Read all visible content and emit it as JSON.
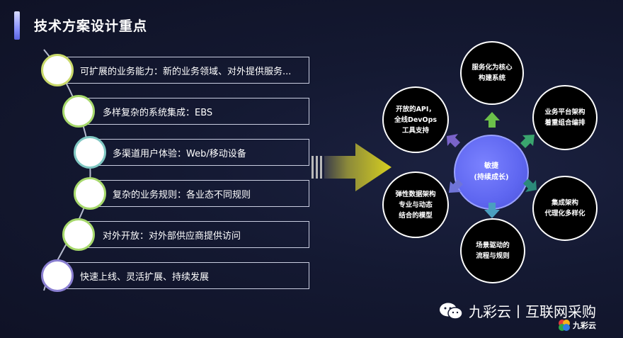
{
  "header": {
    "title": "技术方案设计重点"
  },
  "capabilities": [
    {
      "label": "可扩展的业务能力：新的业务领域、对外提供服务..."
    },
    {
      "label": "多样复杂的系统集成：EBS"
    },
    {
      "label": "多渠道用户体验：Web/移动设备"
    },
    {
      "label": "复杂的业务规则：各业态不同规则"
    },
    {
      "label": "对外开放：对外部供应商提供访问"
    },
    {
      "label": "快速上线、灵活扩展、持续发展"
    }
  ],
  "hub": {
    "center": {
      "line1": "敏捷",
      "line2": "(持续成长)"
    },
    "nodes": [
      {
        "line1": "服务化为核心",
        "line2": "构建系统"
      },
      {
        "line1": "业务平台架构",
        "line2": "着重组合编排"
      },
      {
        "line1": "集成架构",
        "line2": "代理化多样化"
      },
      {
        "line1": "场景驱动的",
        "line2": "流程与规则"
      },
      {
        "line1": "弹性数据架构",
        "line2": "专业与动态",
        "line3": "结合的模型"
      },
      {
        "line1": "开放的API，",
        "line2": "全线DevOps",
        "line3": "工具支持"
      }
    ]
  },
  "watermark": {
    "text": "九彩云丨互联网采购"
  },
  "logo": {
    "text": "九彩云"
  },
  "colors": {
    "bullet_borders": [
      "#c9d96a",
      "#a6d86b",
      "#7fc7c2",
      "#a6d86b",
      "#a6d86b",
      "#8a7fd1"
    ],
    "arrow_colors": [
      "#6cc04a",
      "#3aa56e",
      "#2c8a7a",
      "#4a9fc0",
      "#6f74d8",
      "#7a63c9"
    ]
  }
}
